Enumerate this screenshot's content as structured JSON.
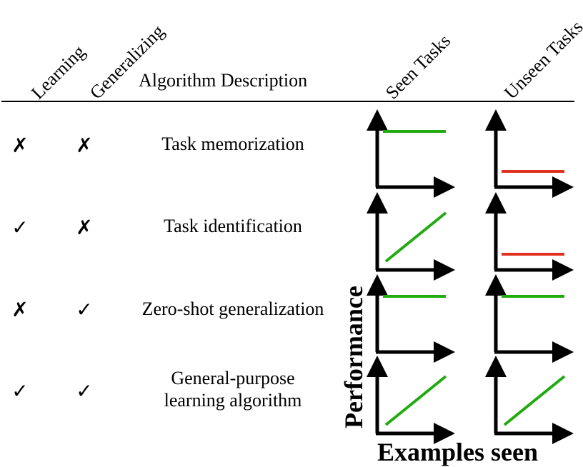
{
  "header": {
    "learning": "Learning",
    "generalizing": "Generalizing",
    "description": "Algorithm Description",
    "seen": "Seen Tasks",
    "unseen": "Unseen Tasks"
  },
  "marks": {
    "yes": "✓",
    "no": "✗"
  },
  "rows": [
    {
      "learning": "✗",
      "generalizing": "✗",
      "description": [
        "Task memorization"
      ],
      "seen": "flat-high",
      "unseen": "flat-low"
    },
    {
      "learning": "✓",
      "generalizing": "✗",
      "description": [
        "Task identification"
      ],
      "seen": "increasing",
      "unseen": "flat-low"
    },
    {
      "learning": "✗",
      "generalizing": "✓",
      "description": [
        "Zero-shot generalization"
      ],
      "seen": "flat-high",
      "unseen": "flat-high"
    },
    {
      "learning": "✓",
      "generalizing": "✓",
      "description": [
        "General-purpose",
        "learning algorithm"
      ],
      "seen": "increasing",
      "unseen": "increasing"
    }
  ],
  "axes": {
    "ylabel": "Performance",
    "xlabel": "Examples seen"
  },
  "colors": {
    "good": "#22aa11",
    "bad": "#e03020",
    "axis": "#000000"
  }
}
